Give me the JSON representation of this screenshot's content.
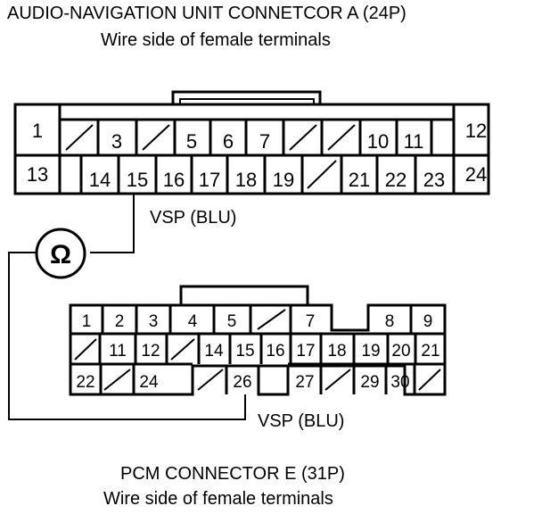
{
  "connector_a": {
    "title": "AUDIO-NAVIGATION UNIT CONNETCOR A (24P)",
    "subtitle": "Wire side of female terminals",
    "pins_top": [
      "1",
      "3",
      "5",
      "6",
      "7",
      "10",
      "11",
      "12"
    ],
    "pins_bottom": [
      "13",
      "14",
      "15",
      "16",
      "17",
      "18",
      "19",
      "21",
      "22",
      "23",
      "24"
    ],
    "wire_label": "VSP (BLU)"
  },
  "meter": {
    "symbol": "Ω"
  },
  "connector_e": {
    "title": "PCM CONNECTOR E (31P)",
    "subtitle": "Wire side of female terminals",
    "pins_row1": [
      "1",
      "2",
      "3",
      "4",
      "5",
      "7",
      "8",
      "9"
    ],
    "pins_row2": [
      "11",
      "12",
      "14",
      "15",
      "16",
      "17",
      "18",
      "19",
      "20",
      "21"
    ],
    "pins_row3": [
      "22",
      "24",
      "26",
      "27",
      "29",
      "30"
    ],
    "wire_label": "VSP (BLU)"
  }
}
